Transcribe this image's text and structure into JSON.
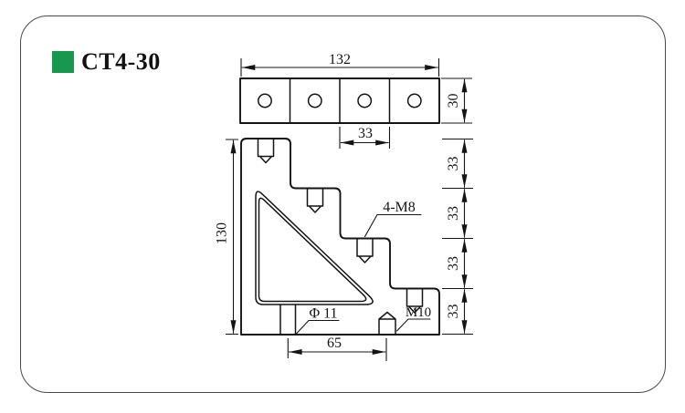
{
  "header": {
    "model": "CT4-30",
    "bullet_color": "#16984e"
  },
  "colors": {
    "line": "#141414",
    "frame_border": "#4a4a4a",
    "background": "#ffffff"
  },
  "top_view": {
    "overall_width": "132",
    "overall_height": "30",
    "hole_pitch": "33",
    "hole_count": 4
  },
  "front_view": {
    "overall_height": "130",
    "step_pitches": [
      "33",
      "33",
      "33",
      "33"
    ],
    "base_span": "65",
    "tapped_holes": "4-M8",
    "through_hole": "Φ 11",
    "corner_tap": "M10"
  }
}
